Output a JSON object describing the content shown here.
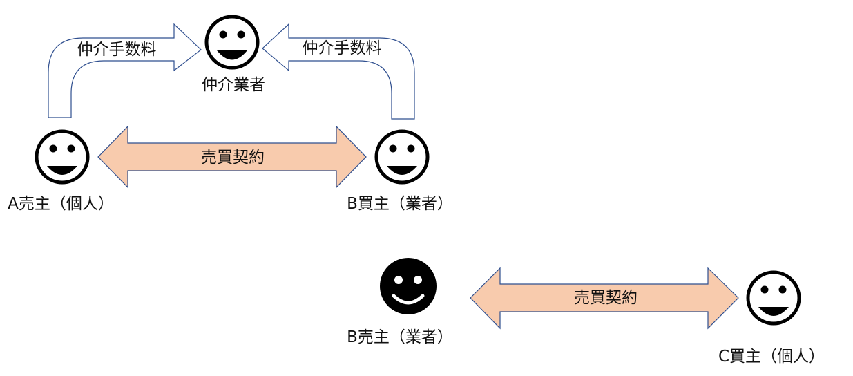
{
  "agent": {
    "label": "仲介業者",
    "face": "smiley-icon"
  },
  "fee_left": {
    "label": "仲介手数料"
  },
  "fee_right": {
    "label": "仲介手数料"
  },
  "seller_a": {
    "label": "A売主（個人）",
    "face": "smiley-icon"
  },
  "buyer_b": {
    "label": "B買主（業者）",
    "face": "smiley-icon"
  },
  "contract_top": {
    "label": "売買契約"
  },
  "seller_b": {
    "label": "B売主（業者）",
    "face": "smiley-filled-icon"
  },
  "buyer_c": {
    "label": "C買主（個人）",
    "face": "smiley-icon"
  },
  "contract_bottom": {
    "label": "売買契約"
  },
  "colors": {
    "arrow_fill": "#f8cbad",
    "arrow_outline": "#2f4f8f",
    "bent_arrow_fill": "#ffffff"
  }
}
